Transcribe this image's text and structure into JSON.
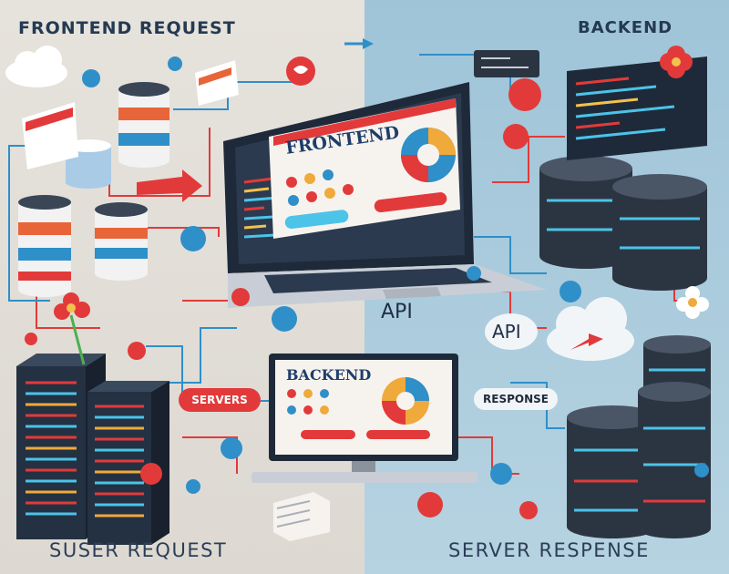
{
  "headings": {
    "top_left": "FRONTEND REQUEST",
    "top_right": "BACKEND",
    "bottom_left": "SUSER  REQUEST",
    "bottom_right": "SERVER RESPENSE"
  },
  "screens": {
    "laptop_title": "FRONTEND",
    "monitor_title": "BACKEND"
  },
  "labels": {
    "servers": "SERVERS",
    "response": "RESPONSE",
    "api_center": "API",
    "api_right": "API"
  },
  "colors": {
    "left_bg": "#e6e2dc",
    "right_bg": "#a9cbdc",
    "accent_red": "#e23a3a",
    "accent_blue": "#2f8fc9",
    "dark_navy": "#1e2a3a"
  }
}
